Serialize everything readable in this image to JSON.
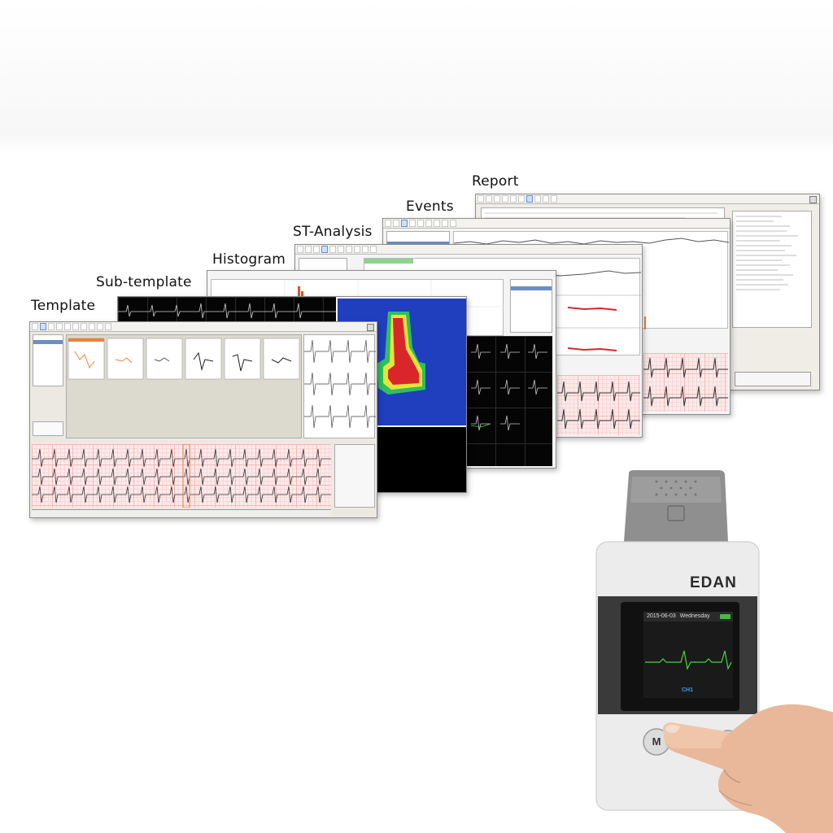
{
  "labels": {
    "report": "Report",
    "events": "Events",
    "st_analysis": "ST-Analysis",
    "histogram": "Histogram",
    "subtemplate": "Sub-template",
    "template": "Template"
  },
  "device": {
    "brand": "EDAN",
    "date": "2015-06-03",
    "weekday": "Wednesday",
    "channel": "CH1",
    "button_m": "M"
  },
  "colors": {
    "accent": "#3aa0e6",
    "ecg_trace": "#4ad14a",
    "paper_grid": "#f1b9b9",
    "st_blue": "#1f3fbf",
    "st_red": "#d9262b",
    "hist_bar": "#e0522a"
  }
}
